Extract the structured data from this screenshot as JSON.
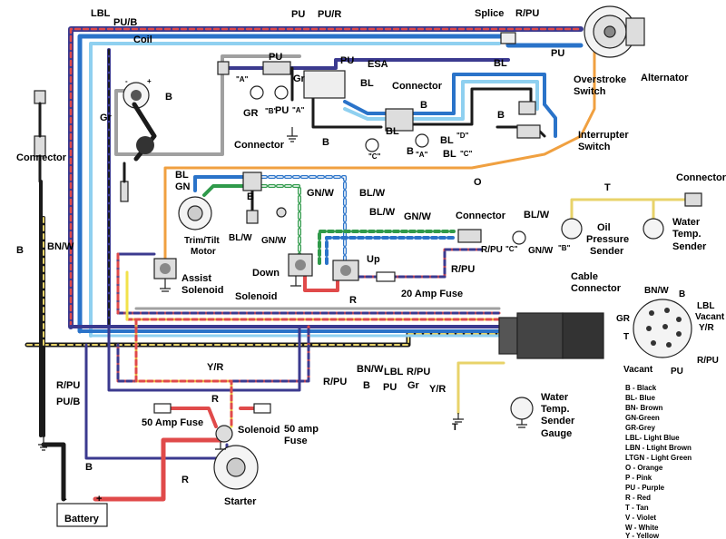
{
  "labels": {
    "lbl": "LBL",
    "pu_b": "PU/B",
    "coil": "Coil",
    "pu": "PU",
    "pu_r": "PU/R",
    "splice": "Splice",
    "r_pu": "R/PU",
    "alternator": "Alternator",
    "pu_a": "PU",
    "esa": "ESA",
    "gr": "Gr",
    "bl": "BL",
    "connector": "Connector",
    "overstroke_line1": "Overstroke",
    "overstroke_line2": "Switch",
    "interrupter_line1": "Interrupter",
    "interrupter_line2": "Switch",
    "b": "B",
    "gr2": "GR",
    "pu2": "PU",
    "bl_d": "BL",
    "bl_c": "BL",
    "o": "O",
    "connector_left": "Connector",
    "connector_mid": "Connector",
    "bl2": "BL",
    "gn": "GN",
    "bl_w": "BL/W",
    "gn_w": "GN/W",
    "trim_line1": "Trim/Tilt",
    "trim_line2": "Motor",
    "assist_line1": "Assist",
    "assist_line2": "Solenoid",
    "down": "Down",
    "up": "Up",
    "solenoid": "Solenoid",
    "fuse20": "20 Amp Fuse",
    "r": "R",
    "t": "T",
    "connector_right": "Connector",
    "oil_line1": "Oil",
    "oil_line2": "Pressure",
    "oil_line3": "Sender",
    "water_line1": "Water",
    "water_line2": "Temp.",
    "water_line3": "Sender",
    "cable_line1": "Cable",
    "cable_line2": "Connector",
    "bn_w": "BN/W",
    "y_r": "Y/R",
    "vacant": "Vacant",
    "fuse50": "50 Amp Fuse",
    "fuse50b_line1": "50 amp",
    "fuse50b_line2": "Fuse",
    "starter": "Starter",
    "battery": "Battery",
    "gauge_line1": "Water",
    "gauge_line2": "Temp.",
    "gauge_line3": "Sender",
    "gauge_line4": "Gauge",
    "pin_a": "\"A\"",
    "pin_b": "\"B\"",
    "pin_c": "\"C\"",
    "pin_d": "\"D\"",
    "minus": "-",
    "plus": "+"
  },
  "legend": [
    "B  - Black",
    "BL- Blue",
    "BN- Brown",
    "GN-Green",
    "GR-Grey",
    "LBL- Light Blue",
    "LBN - Ltight Brown",
    "LTGN - Light Green",
    "O - Orange",
    "P - Pink",
    "PU - Purple",
    "R - Red",
    "T - Tan",
    "V - Violet",
    "W - White",
    "Y - Yellow"
  ],
  "colors": {
    "black": "#1a1a1a",
    "blue": "#2a73c9",
    "light_blue": "#8fd0f0",
    "purple": "#3b3a8f",
    "red": "#e04a4a",
    "orange": "#f0a040",
    "yellow": "#f2e24a",
    "green": "#2f9a4a",
    "grey": "#a0a0a0",
    "white": "#ffffff",
    "tan": "#e8d36a",
    "brown": "#6b5a2a"
  }
}
